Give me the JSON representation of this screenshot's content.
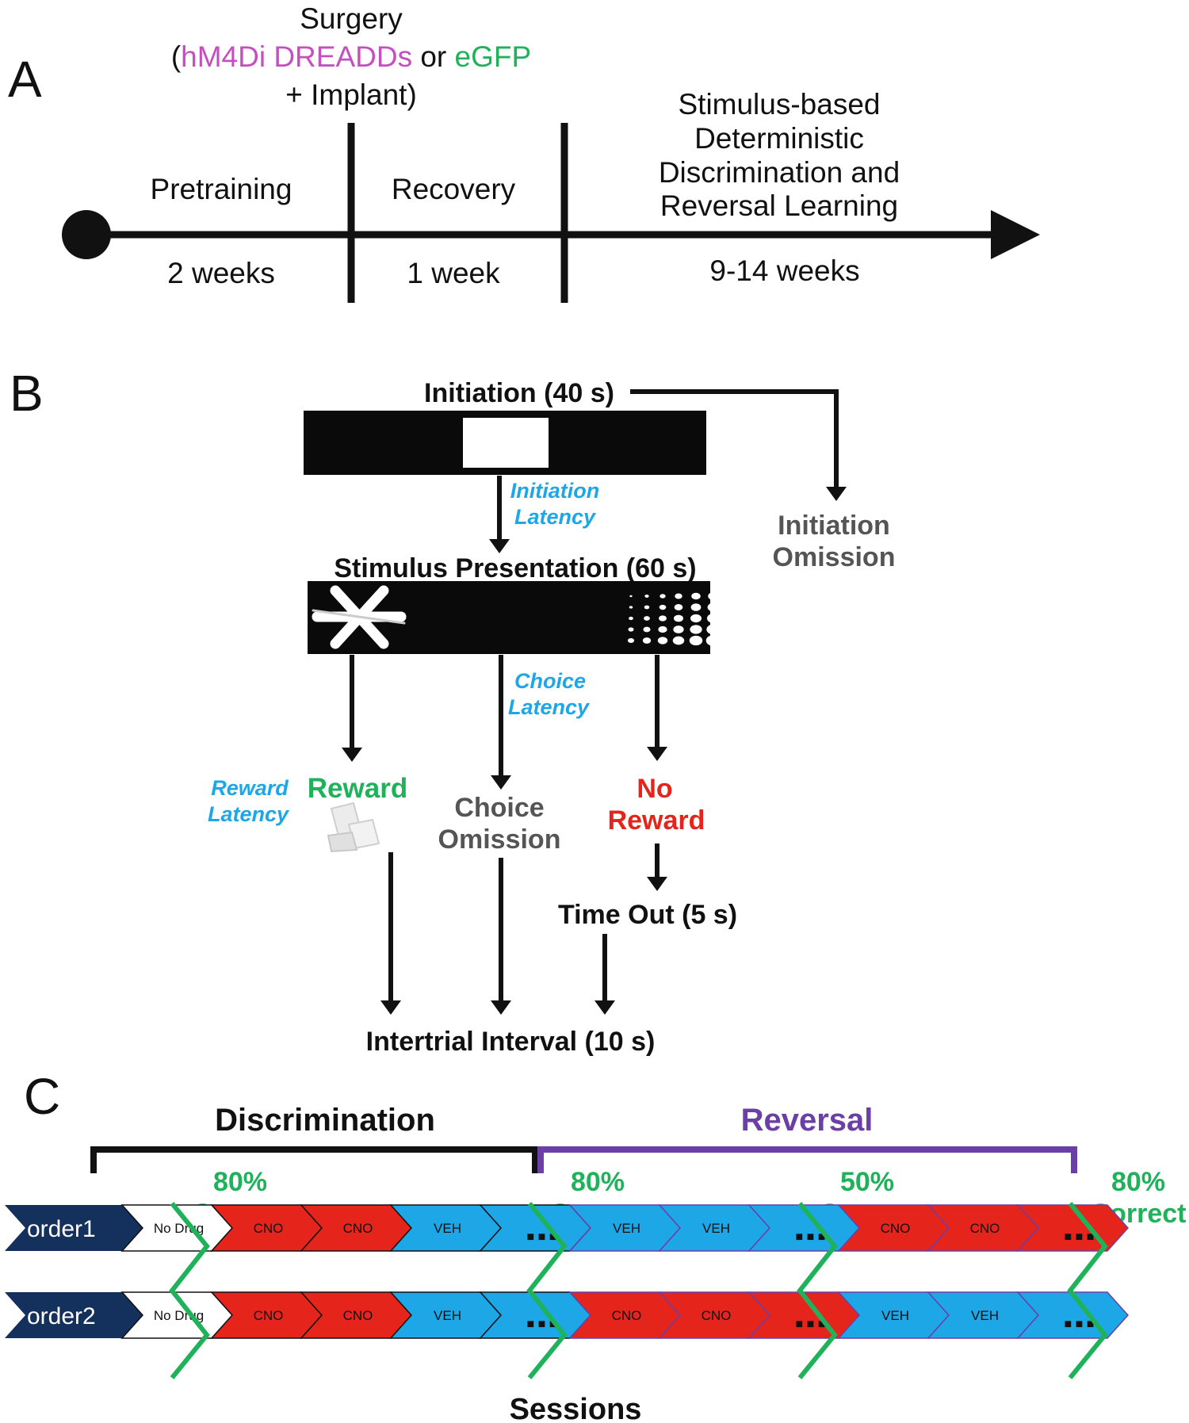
{
  "panel_a": {
    "letter": "A",
    "surgery_line1": "Surgery",
    "surgery_paren_open": "(",
    "surgery_dreadd": "hM4Di DREADDs",
    "surgery_or": " or ",
    "surgery_egfp": "eGFP",
    "surgery_line3": "+ Implant)",
    "phases": [
      {
        "label": "Pretraining",
        "duration": "2 weeks"
      },
      {
        "label": "Recovery",
        "duration": "1 week"
      },
      {
        "label_lines": [
          "Stimulus-based",
          "Deterministic",
          "Discrimination and",
          "Reversal Learning"
        ],
        "duration": "9-14 weeks"
      }
    ],
    "colors": {
      "dreadd": "#c64fc0",
      "egfp": "#1fb25a",
      "line": "#111111"
    }
  },
  "panel_b": {
    "letter": "B",
    "initiation": "Initiation (40 s)",
    "initiation_latency": [
      "Initiation",
      "Latency"
    ],
    "initiation_omission": [
      "Initiation",
      "Omission"
    ],
    "stimulus": "Stimulus Presentation (60 s)",
    "choice_latency": [
      "Choice",
      "Latency"
    ],
    "reward_latency": [
      "Reward",
      "Latency"
    ],
    "reward": "Reward",
    "choice_omission": [
      "Choice",
      "Omission"
    ],
    "no_reward": [
      "No",
      "Reward"
    ],
    "timeout": "Time Out (5 s)",
    "iti": "Intertrial Interval (10 s)",
    "colors": {
      "latency": "#1ea7e6",
      "reward": "#1fb25a",
      "no_reward": "#e5251c",
      "omission": "#555555"
    }
  },
  "panel_c": {
    "letter": "C",
    "discrimination": "Discrimination",
    "reversal": "Reversal",
    "criterion_pct": "80%",
    "criterion_pct_mid": "50%",
    "criterion_word": "Correct",
    "sessions": "Sessions",
    "ellipsis": "■ ■ ■",
    "rows": [
      {
        "label": "order1",
        "cells": [
          "No Drug",
          "CNO",
          "CNO",
          "VEH",
          "",
          "VEH",
          "VEH",
          "",
          "CNO",
          "CNO",
          ""
        ]
      },
      {
        "label": "order2",
        "cells": [
          "No Drug",
          "CNO",
          "CNO",
          "VEH",
          "",
          "CNO",
          "CNO",
          "",
          "VEH",
          "VEH",
          ""
        ]
      }
    ],
    "colors": {
      "order": "#14305c",
      "cno": "#e5251c",
      "veh": "#1ea7e6",
      "nodrug": "#ffffff",
      "criterion": "#1fb25a",
      "reversal": "#6b3fa6",
      "discrimination": "#111111"
    }
  }
}
